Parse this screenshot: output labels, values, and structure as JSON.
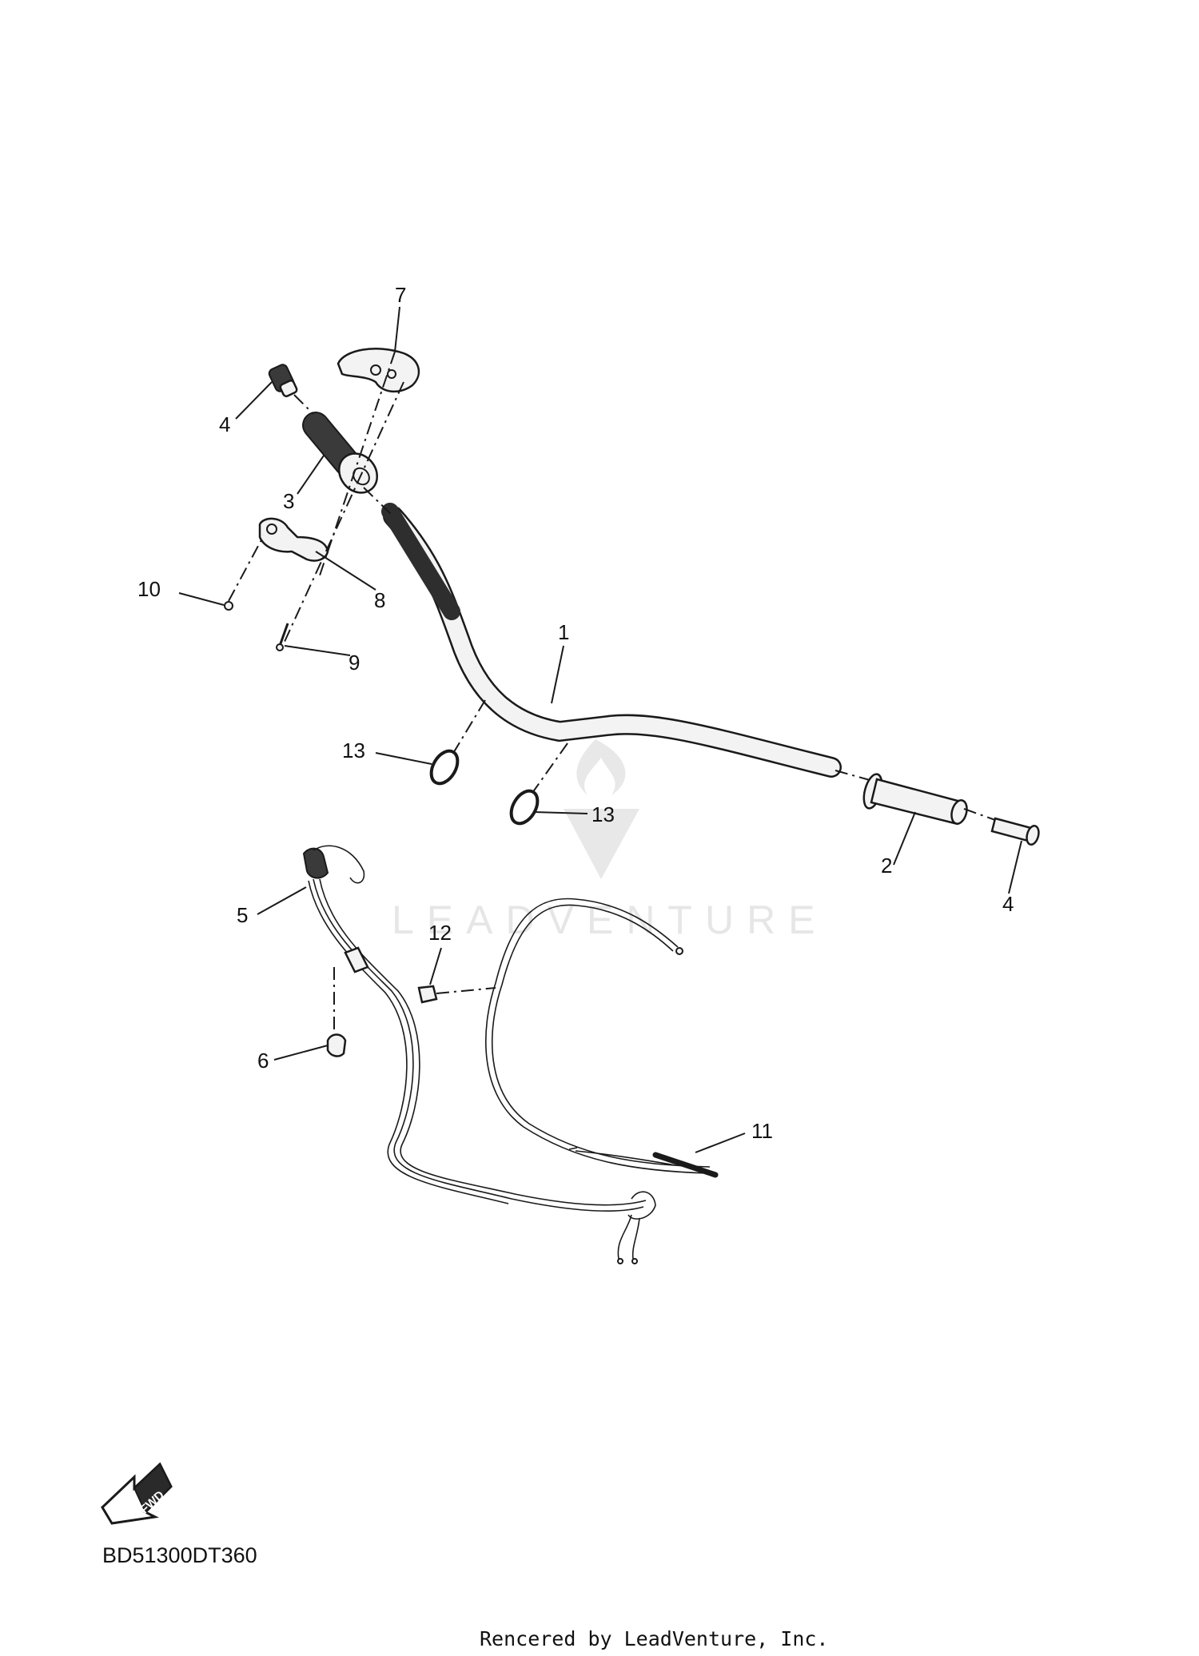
{
  "callouts": [
    {
      "id": "1",
      "label": "1"
    },
    {
      "id": "2",
      "label": "2"
    },
    {
      "id": "3",
      "label": "3"
    },
    {
      "id": "4a",
      "label": "4"
    },
    {
      "id": "4b",
      "label": "4"
    },
    {
      "id": "5",
      "label": "5"
    },
    {
      "id": "6",
      "label": "6"
    },
    {
      "id": "7",
      "label": "7"
    },
    {
      "id": "8",
      "label": "8"
    },
    {
      "id": "9",
      "label": "9"
    },
    {
      "id": "10",
      "label": "10"
    },
    {
      "id": "11",
      "label": "11"
    },
    {
      "id": "12",
      "label": "12"
    },
    {
      "id": "13a",
      "label": "13"
    },
    {
      "id": "13b",
      "label": "13"
    }
  ],
  "fwd_badge": "FWD",
  "reference_code": "BD51300DT360",
  "watermark": "LEADVENTURE",
  "footer_credit": "Rencered by LeadVenture, Inc.",
  "colors": {
    "line": "#1a1a1a",
    "part_fill": "#f3f3f3",
    "grip_fill": "#3a3a3a",
    "watermark": "#e4e4e4"
  }
}
